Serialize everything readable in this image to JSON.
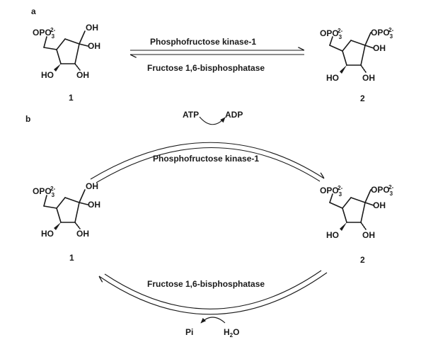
{
  "panels": {
    "a": "a",
    "b": "b"
  },
  "enzymes": {
    "forward": "Phosphofructose kinase-1",
    "reverse": "Fructose 1,6-bisphosphatase"
  },
  "cofactors": {
    "top_in": "ATP",
    "top_out": "ADP",
    "bottom_out": "Pi",
    "bottom_in": "H2O"
  },
  "compounds": {
    "c1": {
      "number": "1",
      "phosphate_left": "OPO",
      "phosphate_left_sub": "3",
      "phosphate_left_sup": "2-",
      "top_right": "OH",
      "ring_right": "OH",
      "bottom_left": "HO",
      "bottom_right": "OH"
    },
    "c2": {
      "number": "2",
      "phosphate_left": "OPO",
      "phosphate_left_sub": "3",
      "phosphate_left_sup": "2-",
      "phosphate_right": "OPO",
      "phosphate_right_sub": "3",
      "phosphate_right_sup": "2-",
      "ring_right": "OH",
      "bottom_left": "HO",
      "bottom_right": "OH"
    }
  }
}
